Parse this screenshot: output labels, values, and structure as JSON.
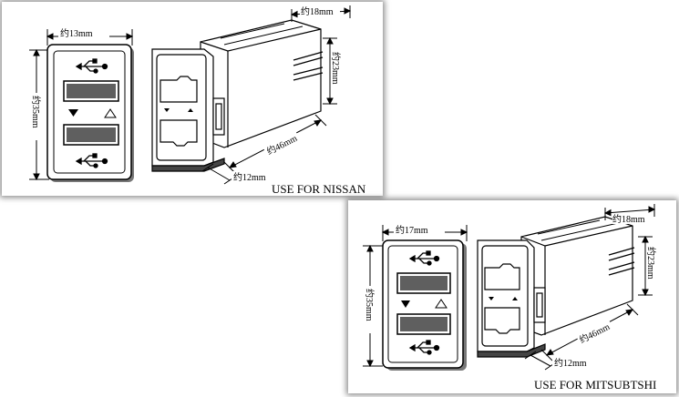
{
  "panels": {
    "nissan": {
      "caption": "USE FOR NISSAN",
      "width_label": "约13mm",
      "height_label": "约35mm",
      "side_depth_label": "约18mm",
      "side_height_label": "约23mm",
      "length_label": "约46mm",
      "base_label": "约12mm"
    },
    "mitsubishi": {
      "caption": "USE FOR MITSUBTSHI",
      "width_label": "约17mm",
      "height_label": "约35mm",
      "side_depth_label": "约18mm",
      "side_height_label": "约23mm",
      "length_label": "约46mm",
      "base_label": "约12mm"
    }
  },
  "icons": {
    "usb": "usb-icon",
    "down": "down-triangle-icon",
    "up": "up-triangle-icon"
  },
  "colors": {
    "port_fill": "#5f5f5f",
    "line": "#000000",
    "shadow": "#666666"
  }
}
